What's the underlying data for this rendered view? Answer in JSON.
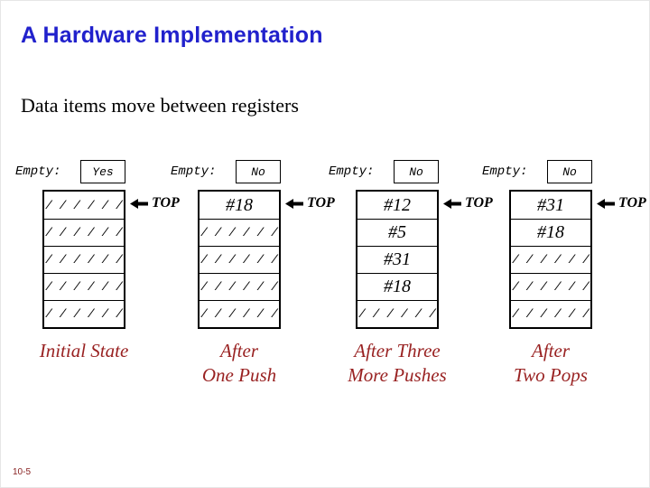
{
  "title": "A Hardware Implementation",
  "subtitle": "Data items move between registers",
  "page_number": "10-5",
  "empty_label": "Empty:",
  "top_label": "TOP",
  "slash_pattern": "/ / / / / /",
  "colors": {
    "title": "#2121cc",
    "caption": "#992222",
    "page_number": "#882222"
  },
  "stacks": [
    {
      "empty_value": "Yes",
      "cells": [
        "slashes",
        "slashes",
        "slashes",
        "slashes",
        "slashes"
      ],
      "caption_lines": [
        "Initial State"
      ]
    },
    {
      "empty_value": "No",
      "cells": [
        "#18",
        "slashes",
        "slashes",
        "slashes",
        "slashes"
      ],
      "caption_lines": [
        "After",
        "One Push"
      ]
    },
    {
      "empty_value": "No",
      "cells": [
        "#12",
        "#5",
        "#31",
        "#18",
        "slashes"
      ],
      "caption_lines": [
        "After Three",
        "More Pushes"
      ]
    },
    {
      "empty_value": "No",
      "cells": [
        "#31",
        "#18",
        "slashes",
        "slashes",
        "slashes"
      ],
      "caption_lines": [
        "After",
        "Two Pops"
      ]
    }
  ]
}
